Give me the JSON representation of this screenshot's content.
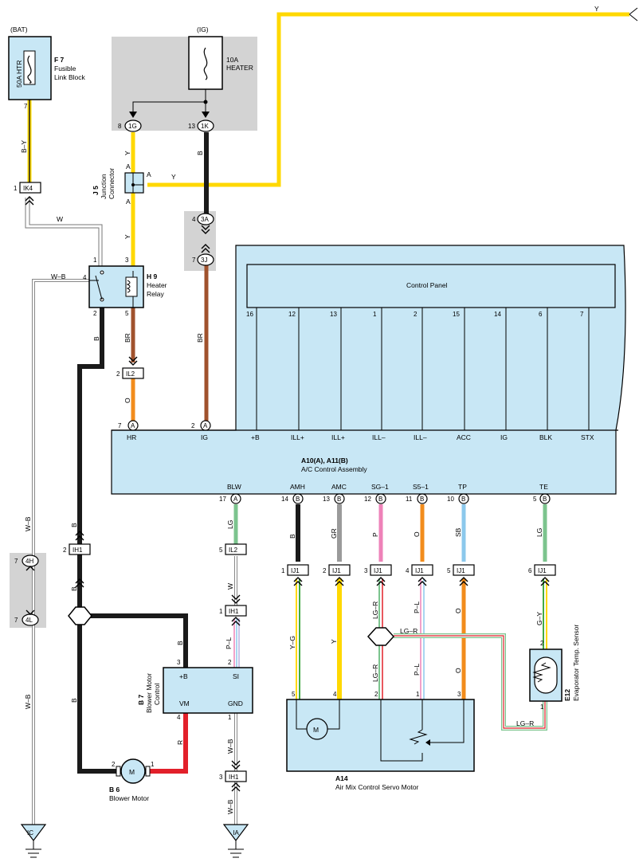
{
  "power": {
    "bat": "(BAT)",
    "ig": "(IG)"
  },
  "fuse_htr": {
    "label": "50A HTR",
    "id": "F 7",
    "name": [
      "Fusible",
      "Link Block"
    ]
  },
  "fuse_heater": {
    "amp": "10A",
    "name": "HEATER"
  },
  "junction": {
    "id": "J 5",
    "name": [
      "Junction",
      "Connector"
    ],
    "pin": "A"
  },
  "relay": {
    "id": "H 9",
    "name": [
      "Heater",
      "Relay"
    ]
  },
  "control_panel": {
    "title": "Control Panel",
    "pins": [
      "16",
      "12",
      "13",
      "1",
      "2",
      "15",
      "14",
      "6",
      "7"
    ]
  },
  "ac_assembly": {
    "id": "A10(A), A11(B)",
    "name": "A/C Control Assembly",
    "top_terms": [
      "HR",
      "IG",
      "+B",
      "ILL+",
      "ILL+",
      "ILL–",
      "ILL–",
      "ACC",
      "IG",
      "BLK",
      "STX"
    ],
    "bottom_terms": [
      "BLW",
      "AMH",
      "AMC",
      "SG–1",
      "S5–1",
      "TP",
      "TE"
    ],
    "bottom_pins": [
      "17",
      "14",
      "13",
      "12",
      "11",
      "10",
      "5"
    ],
    "bottom_conn": [
      "A",
      "B",
      "B",
      "B",
      "B",
      "B",
      "B"
    ],
    "top_pins": [
      "7",
      "2"
    ],
    "top_conn": [
      "A",
      "A"
    ]
  },
  "wires": {
    "bat_branch": "B–Y",
    "w": "W",
    "wb": "W–B",
    "y": "Y",
    "b": "B",
    "br": "BR",
    "o": "O",
    "lg": "LG",
    "gr": "GR",
    "p": "P",
    "sb": "SB",
    "yg": "Y–G",
    "lgr": "LG–R",
    "pl": "P–L",
    "gy": "G–Y",
    "r": "R"
  },
  "connectors": {
    "IK4": "IK4",
    "1G": "1G",
    "1K": "1K",
    "3A": "3A",
    "3J": "3J",
    "IL2": "IL2",
    "IH1": "IH1",
    "4H": "4H",
    "4L": "4L",
    "IJ1": "IJ1",
    "IC": "IC",
    "IA": "IA"
  },
  "blower_control": {
    "id": "B 7",
    "name": [
      "Blower Motor",
      "Control"
    ],
    "terms": [
      "+B",
      "SI",
      "VM",
      "GND"
    ]
  },
  "blower_motor": {
    "id": "B 6",
    "name": "Blower Motor",
    "symbol": "M"
  },
  "servo": {
    "id": "A14",
    "name": "Air Mix Control Servo Motor",
    "symbol": "M"
  },
  "evap": {
    "id": "E12",
    "name": "Evaporator Temp. Sensor"
  },
  "colors": {
    "yellow": "#ffd800",
    "black": "#1a1a1a",
    "brown": "#a0522d",
    "orange": "#f28c1c",
    "green": "#7cc48e",
    "gray": "#9a9a9a",
    "pink": "#ee82b8",
    "blue": "#8cc8ec",
    "red": "#e2202a",
    "panel": "#c8e7f5",
    "shade": "#d3d3d3"
  }
}
